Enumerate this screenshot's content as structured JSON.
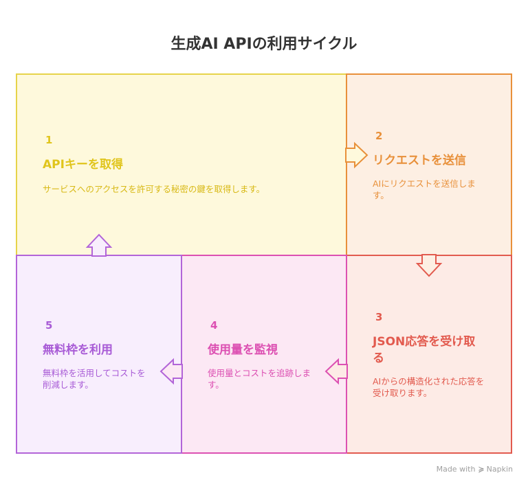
{
  "title": "生成AI APIの利用サイクル",
  "colors": {
    "step1": "#e0c51c",
    "step2": "#e8903a",
    "step3": "#e25a4e",
    "step4": "#dc50b2",
    "step5": "#a85bd6"
  },
  "steps": [
    {
      "number": "1",
      "title": "APIキーを取得",
      "description": "サービスへのアクセスを許可する秘密の鍵を取得します。"
    },
    {
      "number": "2",
      "title": "リクエストを送信",
      "description": "AIにリクエストを送信します。"
    },
    {
      "number": "3",
      "title": "JSON応答を受け取る",
      "description": "AIからの構造化された応答を受け取ります。"
    },
    {
      "number": "4",
      "title": "使用量を監視",
      "description": "使用量とコストを追跡します。"
    },
    {
      "number": "5",
      "title": "無料枠を利用",
      "description": "無料枠を活用してコストを削減します。"
    }
  ],
  "footer": {
    "made_with": "Made with",
    "brand": "Napkin",
    "brand_icon": "napkin-logo-icon"
  }
}
